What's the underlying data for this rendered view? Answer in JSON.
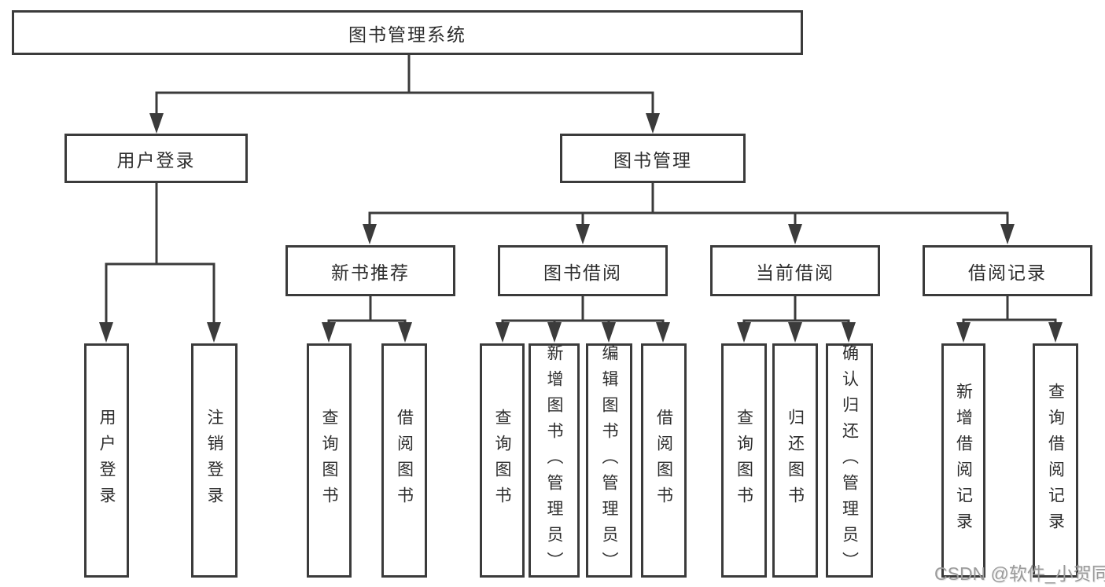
{
  "tree": {
    "root": {
      "label": "图书管理系统"
    },
    "branches": [
      {
        "label": "用户登录",
        "children": [
          {
            "label": "用户登录"
          },
          {
            "label": "注销登录"
          }
        ]
      },
      {
        "label": "图书管理",
        "children": [
          {
            "label": "新书推荐",
            "children": [
              {
                "label": "查询图书"
              },
              {
                "label": "借阅图书"
              }
            ]
          },
          {
            "label": "图书借阅",
            "children": [
              {
                "label": "查询图书"
              },
              {
                "label": "新增图书（管理员）"
              },
              {
                "label": "编辑图书（管理员）"
              },
              {
                "label": "借阅图书"
              }
            ]
          },
          {
            "label": "当前借阅",
            "children": [
              {
                "label": "查询图书"
              },
              {
                "label": "归还图书"
              },
              {
                "label": "确认归还（管理员）"
              }
            ]
          },
          {
            "label": "借阅记录",
            "children": [
              {
                "label": "新增借阅记录"
              },
              {
                "label": "查询借阅记录"
              }
            ]
          }
        ]
      }
    ]
  },
  "watermark": {
    "text": "CSDN @软件_小贺同学"
  },
  "colors": {
    "line": "#3b3b3b",
    "box_border": "#3b3b3b",
    "box_fill": "#ffffff",
    "text": "#2d2d2d",
    "watermark": "#9b9b9b",
    "background": "#ffffff"
  }
}
